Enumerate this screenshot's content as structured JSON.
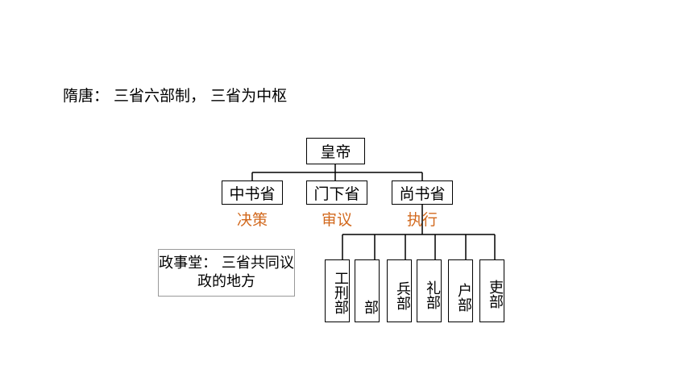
{
  "heading": "隋唐： 三省六部制， 三省为中枢",
  "emperor": "皇帝",
  "provinces": [
    {
      "name": "中书省",
      "role": "决策"
    },
    {
      "name": "门下省",
      "role": "审议"
    },
    {
      "name": "尚书省",
      "role": "执行"
    }
  ],
  "ministries": [
    "工刑部",
    "部",
    "兵部",
    "礼部",
    "户部",
    "吏部"
  ],
  "note": "政事堂： 三省共同议政的地方",
  "colors": {
    "role_text": "#d2691e"
  }
}
